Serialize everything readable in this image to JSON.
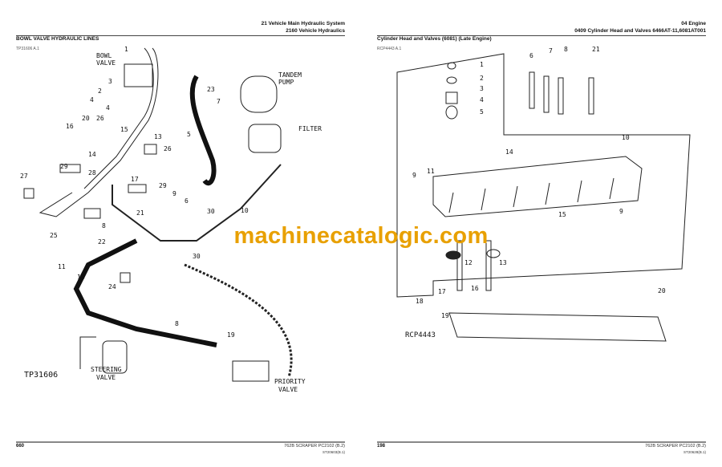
{
  "left_page": {
    "header_line1": "21 Vehicle Main Hydraulic System",
    "header_line2": "2160 Vehicle Hydraulics",
    "title": "BOWL VALVE HYDRAULIC LINES",
    "ref": "TP31606 A.1",
    "labels": {
      "bowl": "BOWL",
      "valve": "VALVE",
      "tandem": "TANDEM",
      "pump": "PUMP",
      "filter": "FILTER",
      "steering": "STEERING",
      "steering_valve": "VALVE",
      "priority": "PRIORITY",
      "priority_valve": "VALVE",
      "fig": "TP31606"
    },
    "callouts": [
      "1",
      "3",
      "2",
      "4",
      "4",
      "16",
      "20",
      "26",
      "15",
      "13",
      "14",
      "26",
      "29",
      "28",
      "27",
      "25",
      "17",
      "29",
      "21",
      "22",
      "30",
      "6",
      "5",
      "23",
      "7",
      "30",
      "10",
      "9",
      "8",
      "11",
      "18",
      "24",
      "8",
      "19"
    ],
    "page_number": "660",
    "footer_model": "762B SCRAPER   PC2102   (B.2)",
    "footer_code": "ST20603(B.1)"
  },
  "right_page": {
    "header_line1": "04 Engine",
    "header_line2": "0409 Cylinder Head and Valves 6466AT-11,6081AT001",
    "title": "Cylinder Head and Valves (6081) (Late Engine)",
    "ref": "RCP4443 A.1",
    "labels": {
      "fig": "RCP4443"
    },
    "callouts": [
      "1",
      "2",
      "3",
      "4",
      "5",
      "6",
      "7",
      "8",
      "21",
      "10",
      "14",
      "9",
      "11",
      "12",
      "13",
      "15",
      "9",
      "17",
      "16",
      "18",
      "19",
      "20"
    ],
    "page_number": "198",
    "footer_model": "762B SCRAPER   PC2102   (B.2)",
    "footer_code": "ST20628(B.1)"
  },
  "watermark": "machinecatalogic.com"
}
